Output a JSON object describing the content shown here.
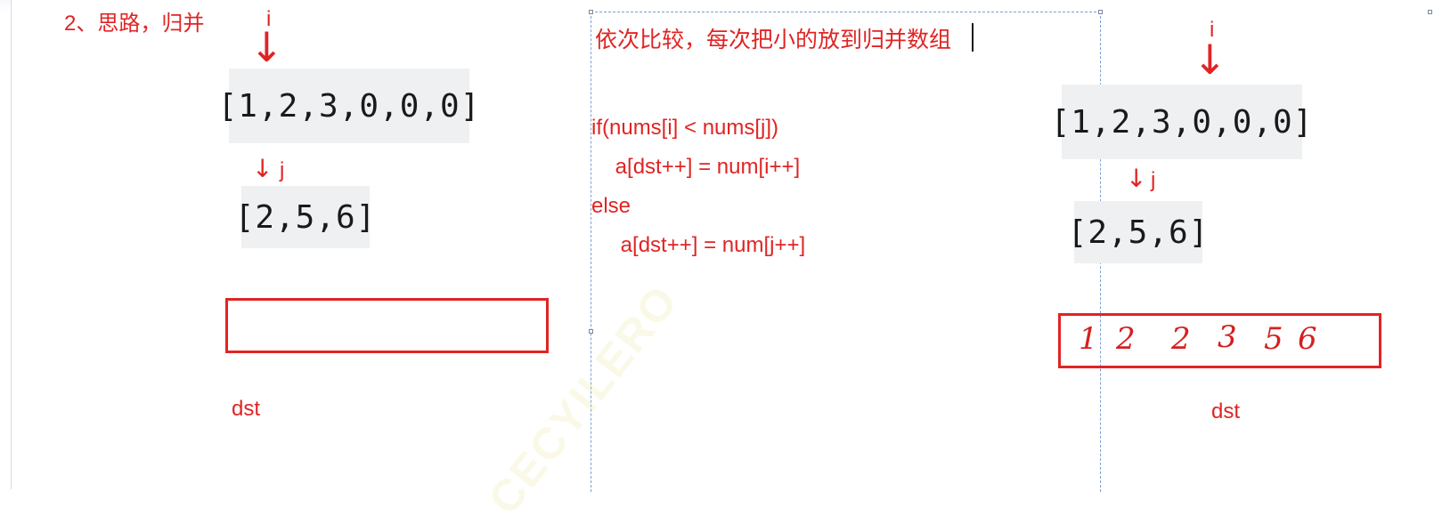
{
  "heading": "2、思路，归并",
  "left": {
    "i_label": "i",
    "j_label": "j",
    "nums1": "[1,2,3,0,0,0]",
    "nums2": "[2,5,6]",
    "dst_label": "dst"
  },
  "middle": {
    "description": "依次比较，每次把小的放到归并数组",
    "code_lines": [
      "if(nums[i] < nums[j])",
      "    a[dst++] = num[i++]",
      "else",
      "    a[dst++] = num[j++]"
    ]
  },
  "right": {
    "i_label": "i",
    "j_label": "j",
    "nums1": "[1,2,3,0,0,0]",
    "nums2": "[2,5,6]",
    "dst_values": [
      "1",
      "2",
      "2",
      "3",
      "5",
      "6"
    ],
    "dst_label": "dst"
  },
  "arrow_glyph": "↓",
  "watermark_text": "CECYILERO",
  "colors": {
    "accent": "#e02424",
    "array_bg": "#eef0f2",
    "selection": "#7aa0d0"
  }
}
